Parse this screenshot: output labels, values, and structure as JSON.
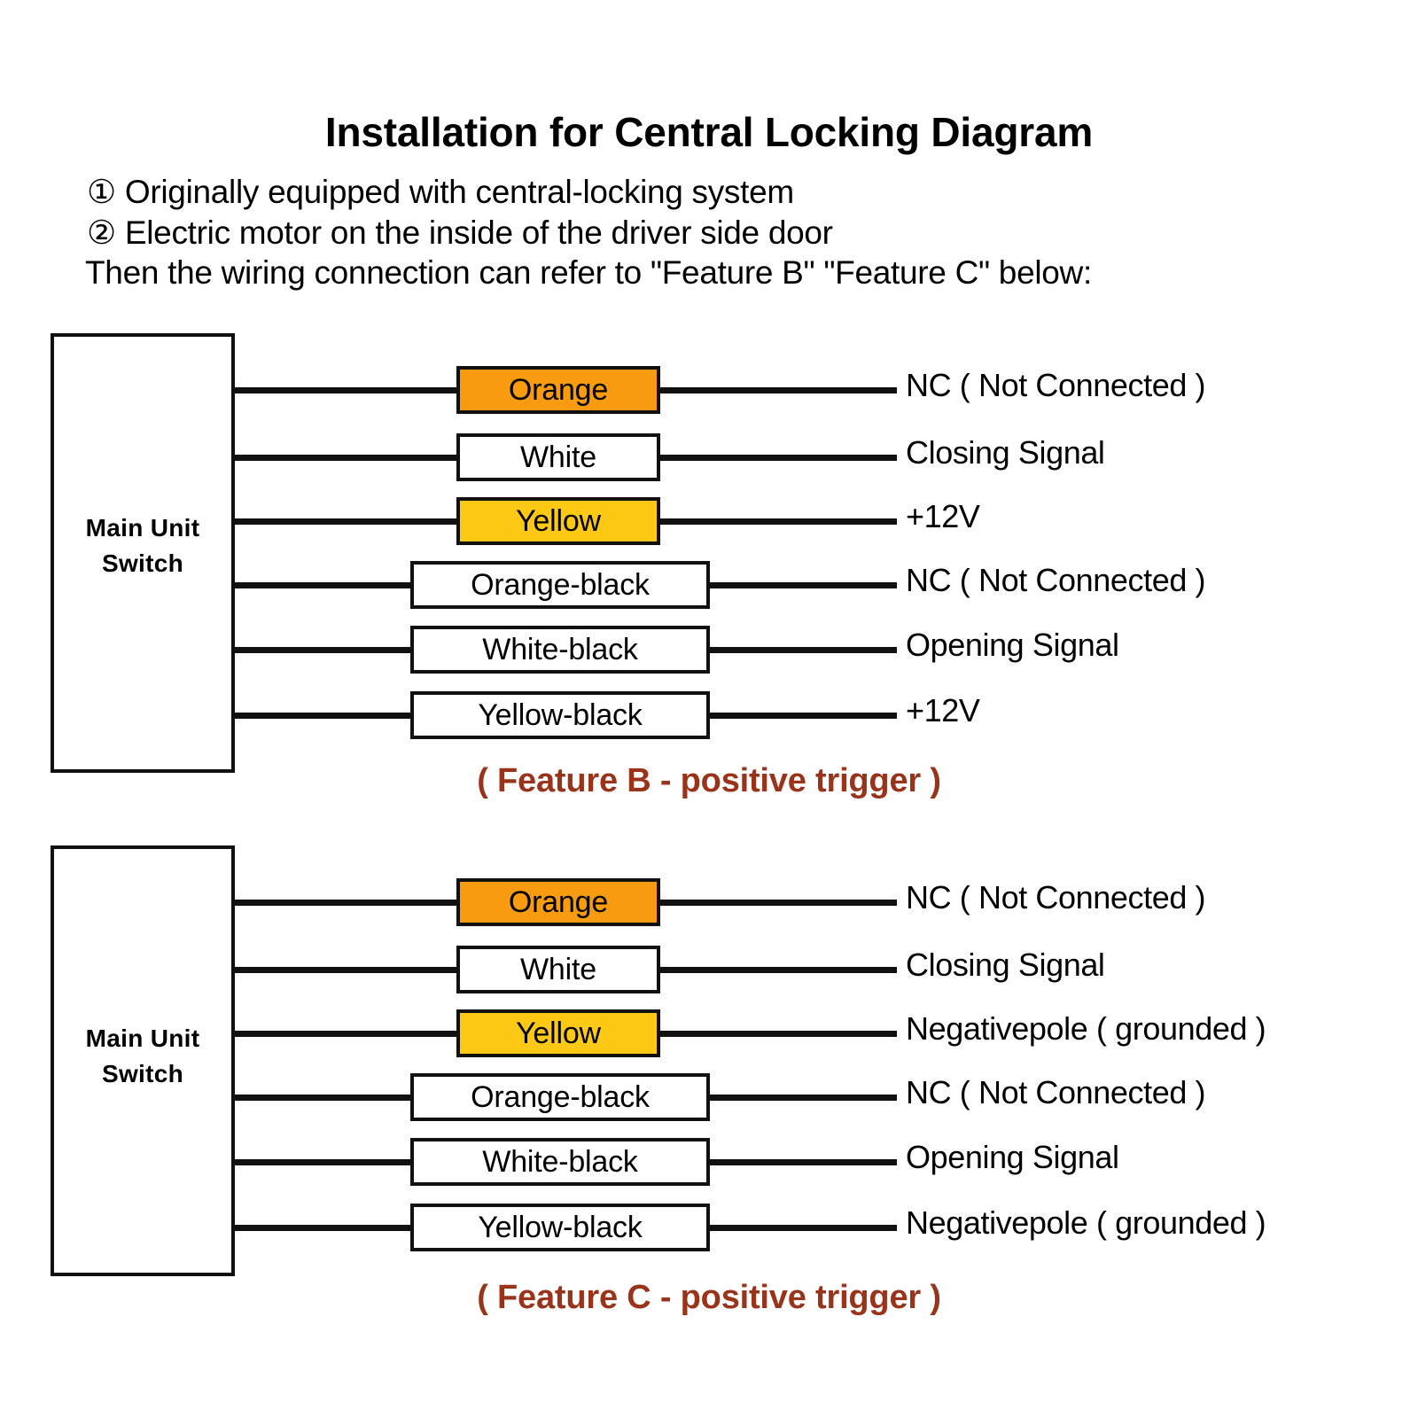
{
  "title": "Installation for Central Locking Diagram",
  "intro": {
    "line1_marker": "①",
    "line1": "Originally equipped with central-locking system",
    "line2_marker": "②",
    "line2": "Electric motor on the inside of the driver side door",
    "line3": "Then the wiring connection can refer to \"Feature B\" \"Feature C\" below:"
  },
  "colors": {
    "orange": "#F89B10",
    "yellow": "#FDC914",
    "white": "#FFFFFF",
    "wire": "#111111",
    "caption": "#99341A"
  },
  "diagrams": [
    {
      "id": "feature-b",
      "unit_label_line1": "Main Unit",
      "unit_label_line2": "Switch",
      "caption": "( Feature B - positive trigger )",
      "rows": [
        {
          "wire": "Orange",
          "fill": "#F89B10",
          "signal": "NC ( Not Connected )"
        },
        {
          "wire": "White",
          "fill": "#FFFFFF",
          "signal": "Closing Signal"
        },
        {
          "wire": "Yellow",
          "fill": "#FDC914",
          "signal": "+12V"
        },
        {
          "wire": "Orange-black",
          "fill": "#FFFFFF",
          "signal": "NC ( Not Connected )"
        },
        {
          "wire": "White-black",
          "fill": "#FFFFFF",
          "signal": "Opening Signal"
        },
        {
          "wire": "Yellow-black",
          "fill": "#FFFFFF",
          "signal": "+12V"
        }
      ]
    },
    {
      "id": "feature-c",
      "unit_label_line1": "Main Unit",
      "unit_label_line2": "Switch",
      "caption": "( Feature C - positive trigger )",
      "rows": [
        {
          "wire": "Orange",
          "fill": "#F89B10",
          "signal": "NC ( Not Connected )"
        },
        {
          "wire": "White",
          "fill": "#FFFFFF",
          "signal": "Closing Signal"
        },
        {
          "wire": "Yellow",
          "fill": "#FDC914",
          "signal": "Negativepole ( grounded )"
        },
        {
          "wire": "Orange-black",
          "fill": "#FFFFFF",
          "signal": "NC ( Not Connected )"
        },
        {
          "wire": "White-black",
          "fill": "#FFFFFF",
          "signal": "Opening Signal"
        },
        {
          "wire": "Yellow-black",
          "fill": "#FFFFFF",
          "signal": "Negativepole ( grounded )"
        }
      ]
    }
  ]
}
